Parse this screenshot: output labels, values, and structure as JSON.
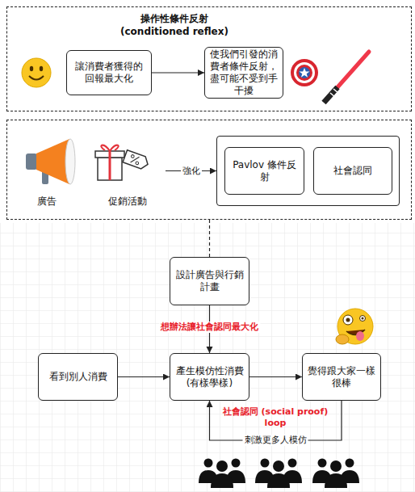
{
  "diagram": {
    "nodes": [
      {
        "text": [
          "操作性條件反射 (conditioned reflex)"
        ]
      },
      {
        "text": [
          "讓消費者獲得的回報最大化"
        ],
        "in": 0
      },
      {
        "text": [
          "使我們引發的消費者條件反射，盡可能不受到手干擾"
        ],
        "in": 0
      },
      {
        "text": []
      },
      {
        "text": [
          "廣告"
        ],
        "in": 3
      },
      {
        "text": [
          "促銷活動"
        ],
        "in": 3
      },
      {
        "text": [],
        "in": 3
      },
      {
        "text": [
          "Pavlov 條件反射"
        ],
        "in": 6
      },
      {
        "text": [
          "社會認同"
        ],
        "in": 6
      },
      {
        "text": [
          "設計廣告與行銷計畫"
        ]
      },
      {
        "text": [
          "看到別人消費"
        ]
      },
      {
        "text": [
          "產生模仿性消費 (有樣學樣)"
        ]
      },
      {
        "text": [
          "覺得跟大家一樣很棒"
        ]
      }
    ],
    "edges": [
      {
        "from": 1,
        "to": 2,
        "arrow": "to"
      },
      {
        "from": 5,
        "to": 6,
        "label": "強化",
        "arrow": "to"
      },
      {
        "from": 3,
        "to": 9,
        "arrow": "none"
      },
      {
        "from": 9,
        "to": 11,
        "label": "想辦法讓社會認同最大化",
        "arrow": "to"
      },
      {
        "from": 10,
        "to": 11,
        "arrow": "to"
      },
      {
        "from": 11,
        "to": 12,
        "arrow": "to"
      },
      {
        "from": 12,
        "to": 11,
        "label": "刺激更多人模仿",
        "arrow": "to"
      }
    ],
    "labels": [
      "社會認同 (social proof) loop"
    ]
  }
}
